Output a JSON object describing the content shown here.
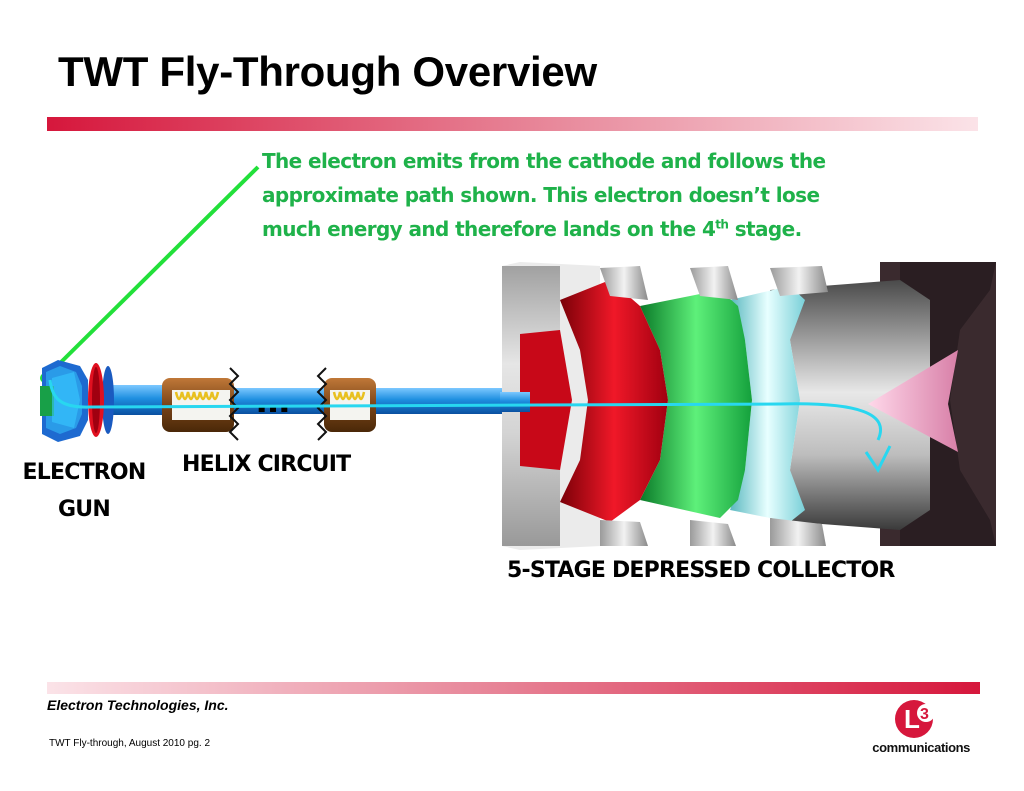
{
  "slide": {
    "title": "TWT Fly-Through Overview"
  },
  "callout": {
    "line1": "The electron emits from the cathode and follows the",
    "line2": "approximate path shown.  This electron doesn’t lose",
    "line3_before": "much energy and therefore lands on the 4",
    "line3_sup": "th",
    "line3_after": " stage."
  },
  "labels": {
    "gun_line1": "ELECTRON",
    "gun_line2": "GUN",
    "helix": "HELIX CIRCUIT",
    "collector": "5-STAGE DEPRESSED COLLECTOR",
    "ellipsis": "…"
  },
  "footer": {
    "company": "Electron Technologies, Inc.",
    "page_info": "TWT Fly-through, August 2010  pg. 2"
  },
  "logo": {
    "mark": "3",
    "text": "communications"
  },
  "colors": {
    "accent_red": "#d6173c",
    "callout_green": "#1fb24a",
    "pointer_green": "#22e03a",
    "beam_blue": "#1e8fe0",
    "path_cyan": "#28d7f0",
    "stage_red": "#e01020",
    "stage_green": "#20c040",
    "stage_cyan": "#a8f0f4",
    "stage_gray": "#9a9a9a",
    "cone_pink": "#f2aac8"
  }
}
